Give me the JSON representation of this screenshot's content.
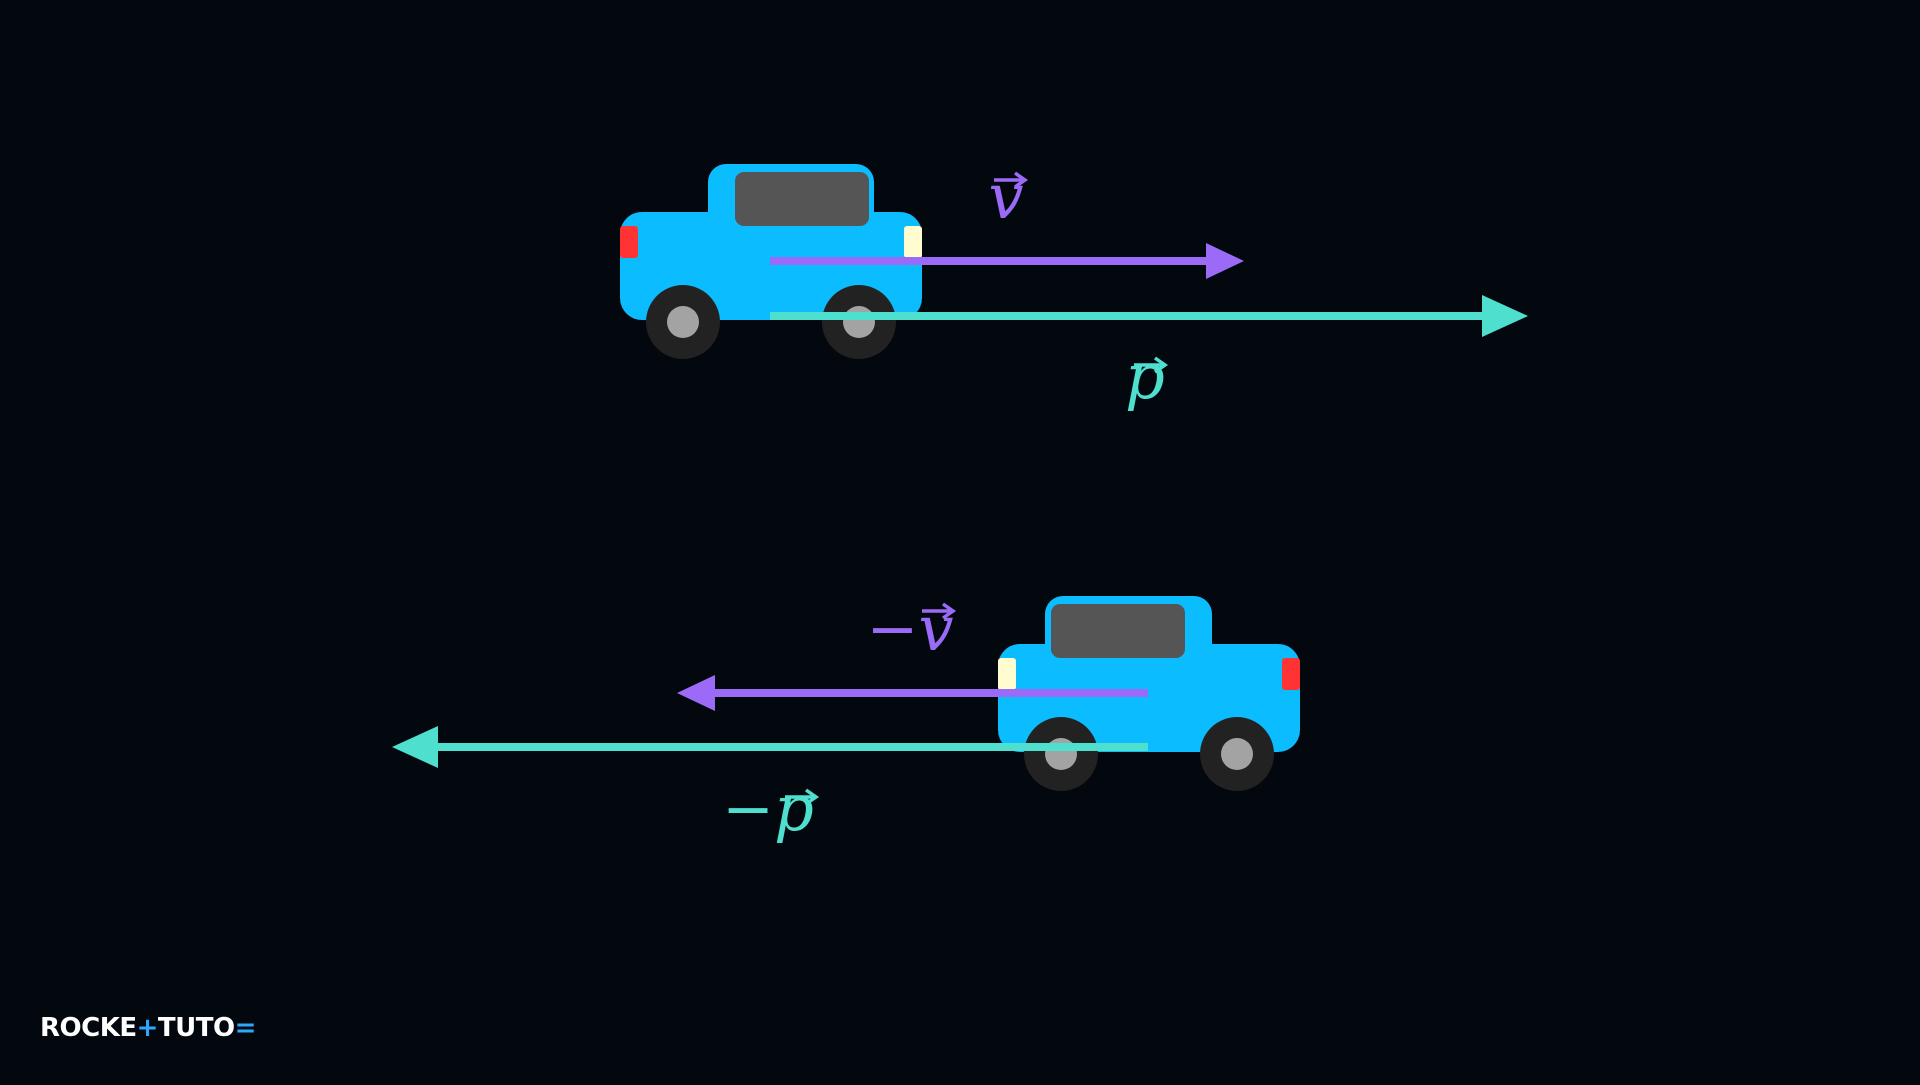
{
  "colors": {
    "background": "#03080e",
    "car_body": "#0bbcff",
    "car_window": "#555555",
    "wheel_outer": "#222222",
    "wheel_hub": "#a3a3a3",
    "tail_light": "#ff3333",
    "head_light": "#fffdd0",
    "velocity_vector": "#9b6bf7",
    "momentum_vector": "#4fdfcf",
    "logo_text": "#ffffff",
    "logo_accent": "#2aa9ff"
  },
  "scenes": {
    "top": {
      "direction": "right",
      "velocity": {
        "symbol": "v",
        "prefix": ""
      },
      "momentum": {
        "symbol": "p",
        "prefix": ""
      }
    },
    "bottom": {
      "direction": "left",
      "velocity": {
        "symbol": "v",
        "prefix": "−"
      },
      "momentum": {
        "symbol": "p",
        "prefix": "−"
      }
    }
  },
  "logo": {
    "text_a": "ROCKE",
    "accent_a": "+",
    "text_b": "TUTO",
    "accent_b": "="
  }
}
